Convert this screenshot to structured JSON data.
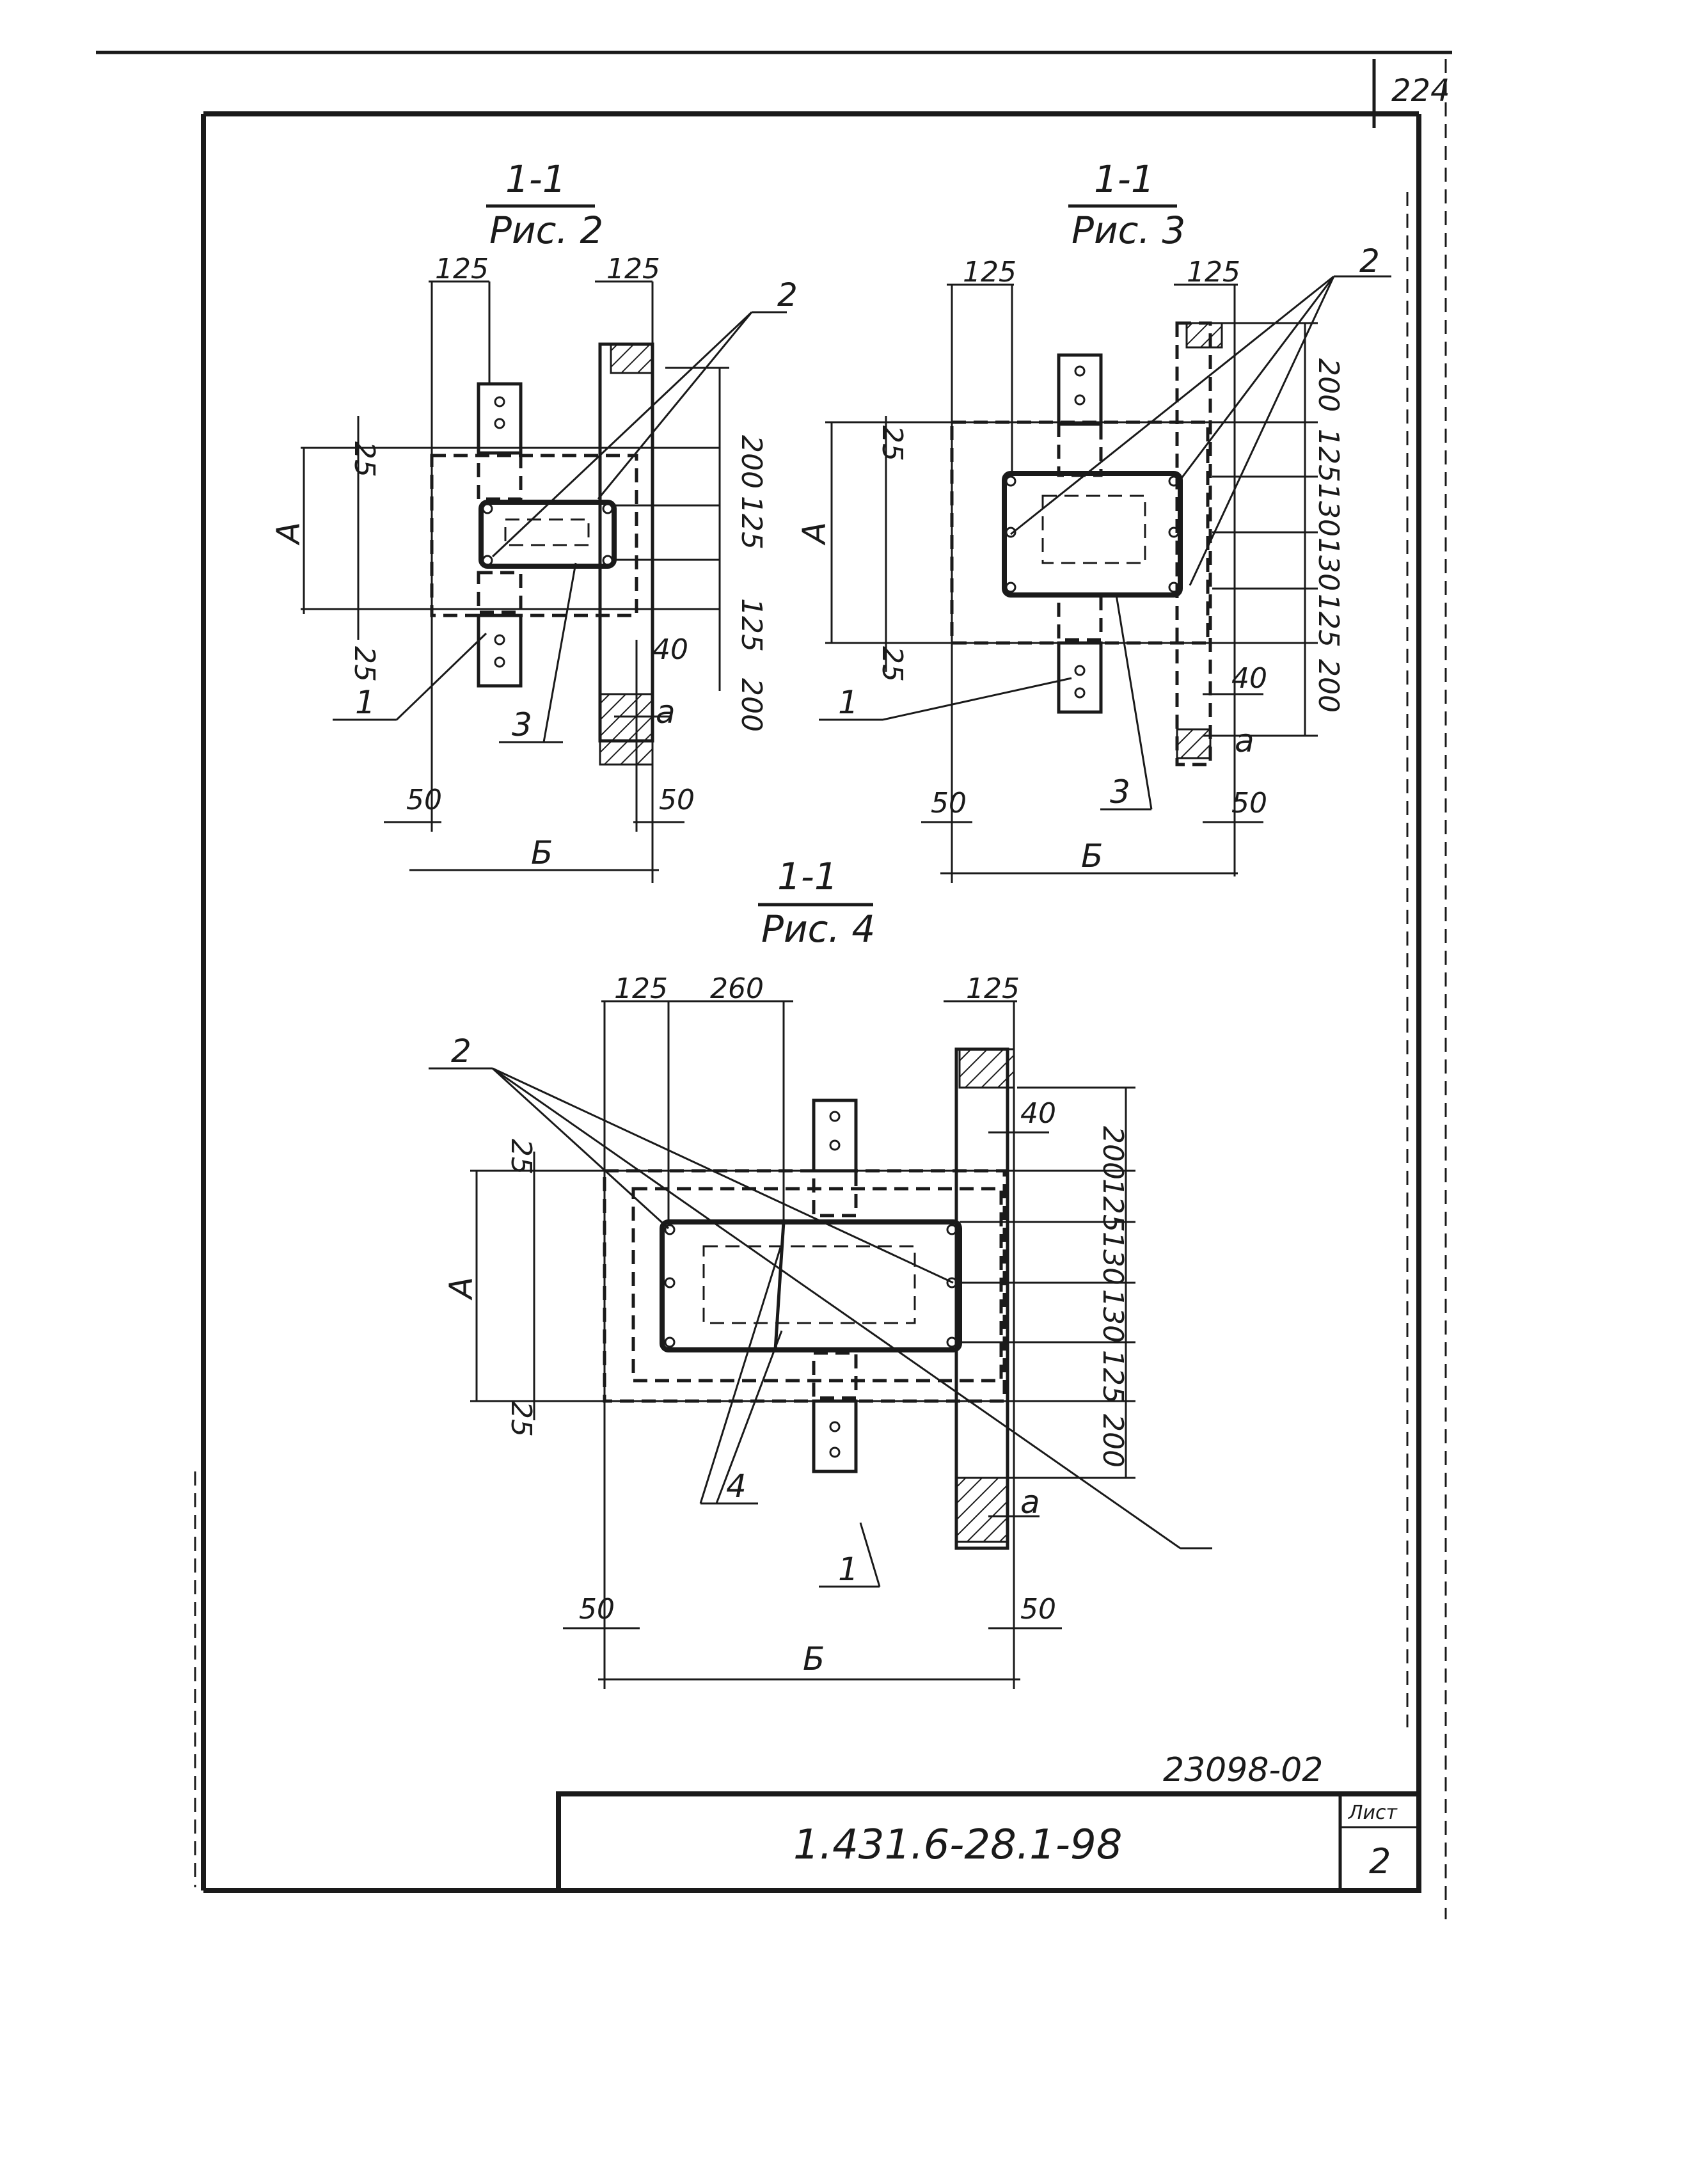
{
  "sheet": {
    "corner_number": "224",
    "stamp_code": "23098-02",
    "designation": "1.431.6-28.1-98",
    "sheet_label": "Лист",
    "sheet_number": "2"
  },
  "section_label": "1-1",
  "figures": {
    "fig2": {
      "title": "Рис. 2",
      "dims": {
        "top_left": "125",
        "top_right": "125",
        "right1": "200",
        "right2": "125",
        "right3": "125",
        "right4": "200",
        "left_top": "25",
        "left_bottom": "25",
        "height": "А",
        "width": "Б",
        "bottom_left": "50",
        "bottom_right": "50",
        "gap": "40",
        "a": "а"
      },
      "callouts": {
        "one": "1",
        "two": "2",
        "three": "3"
      }
    },
    "fig3": {
      "title": "Рис. 3",
      "dims": {
        "top_left": "125",
        "top_right": "125",
        "right1": "200",
        "right2": "125",
        "right3": "130",
        "right4": "130",
        "right5": "125",
        "right6": "200",
        "left_top": "25",
        "left_bottom": "25",
        "height": "А",
        "width": "Б",
        "bottom_left": "50",
        "bottom_right": "50",
        "gap": "40",
        "a": "а"
      },
      "callouts": {
        "one": "1",
        "two": "2",
        "three": "3"
      }
    },
    "fig4": {
      "title": "Рис. 4",
      "dims": {
        "top_left": "125",
        "top_mid": "260",
        "top_right": "125",
        "right1": "200",
        "right2": "125",
        "right3": "130",
        "right4": "130",
        "right5": "125",
        "right6": "200",
        "left_top": "25",
        "left_bottom": "25",
        "height": "А",
        "width": "Б",
        "bottom_left": "50",
        "bottom_right": "50",
        "gap": "40",
        "a": "а"
      },
      "callouts": {
        "one": "1",
        "two": "2",
        "four": "4"
      }
    }
  }
}
